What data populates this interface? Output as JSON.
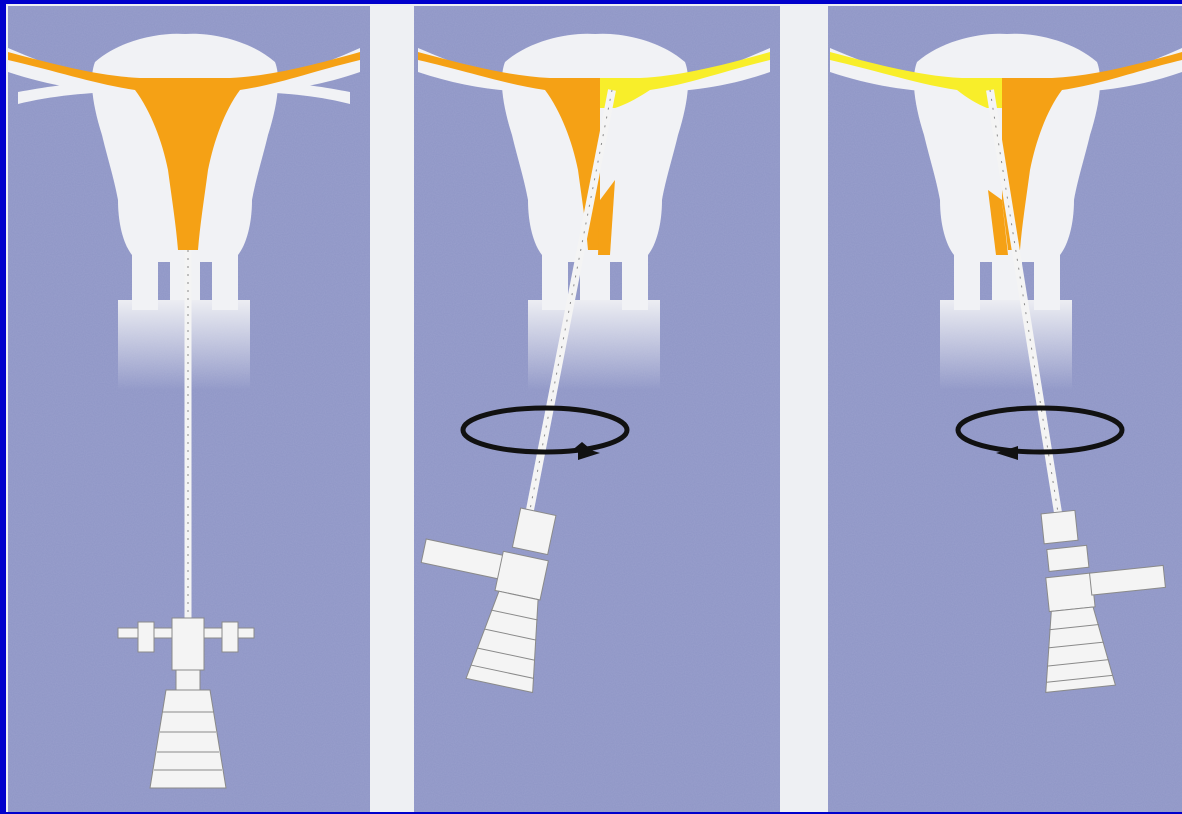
{
  "figure": {
    "panel_count": 3,
    "colors": {
      "border": "#0000cc",
      "panel_background": "#8e95c6",
      "separator": "#eef0f3",
      "uterus": "#f1f2f5",
      "instrument": "#f4f4f4",
      "instrument_outline": "#8a8a8a",
      "endometrium": "#f5a115",
      "endometrium_highlight": "#f8ee2a",
      "rotation_arrow": "#111111"
    },
    "panels": [
      {
        "id": "neutral",
        "highlighted_side": "none",
        "rotation": "none"
      },
      {
        "id": "rotated-right",
        "highlighted_side": "right",
        "rotation": "clockwise"
      },
      {
        "id": "rotated-left",
        "highlighted_side": "left",
        "rotation": "counterclockwise"
      }
    ]
  }
}
